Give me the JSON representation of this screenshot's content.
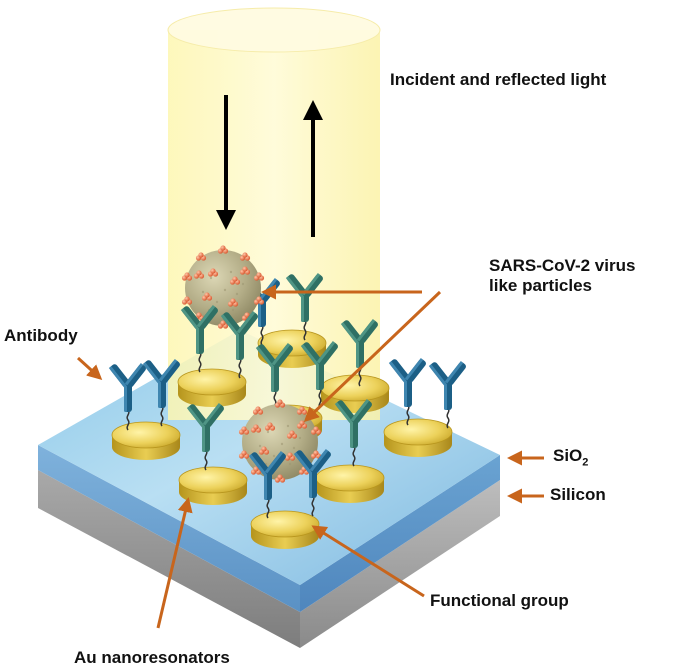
{
  "labels": {
    "light": "Incident and reflected light",
    "virus_line1": "SARS-CoV-2 virus",
    "virus_line2": "like particles",
    "antibody": "Antibody",
    "sio2_main": "SiO",
    "sio2_sub": "2",
    "silicon": "Silicon",
    "functional_group": "Functional group",
    "au": "Au nanoresonators"
  },
  "colors": {
    "light_beam": "#fdf7b8",
    "sio2_top": "#a9d2ee",
    "sio2_side": "#5f97c9",
    "silicon_side": "#8c8c8c",
    "gold_disc": "#e7c73c",
    "antibody_blue": "#1c5f86",
    "antibody_green": "#2f7064",
    "virus_body": "#b5b08c",
    "spike": "#e36a3c",
    "pointer_arrow": "#c8651c"
  },
  "icons": {
    "antibody": "y-shaped-antibody-icon",
    "virus": "spiked-virus-particle-icon",
    "disc": "gold-nanodisc-icon",
    "arrow": "orange-pointer-arrow"
  }
}
